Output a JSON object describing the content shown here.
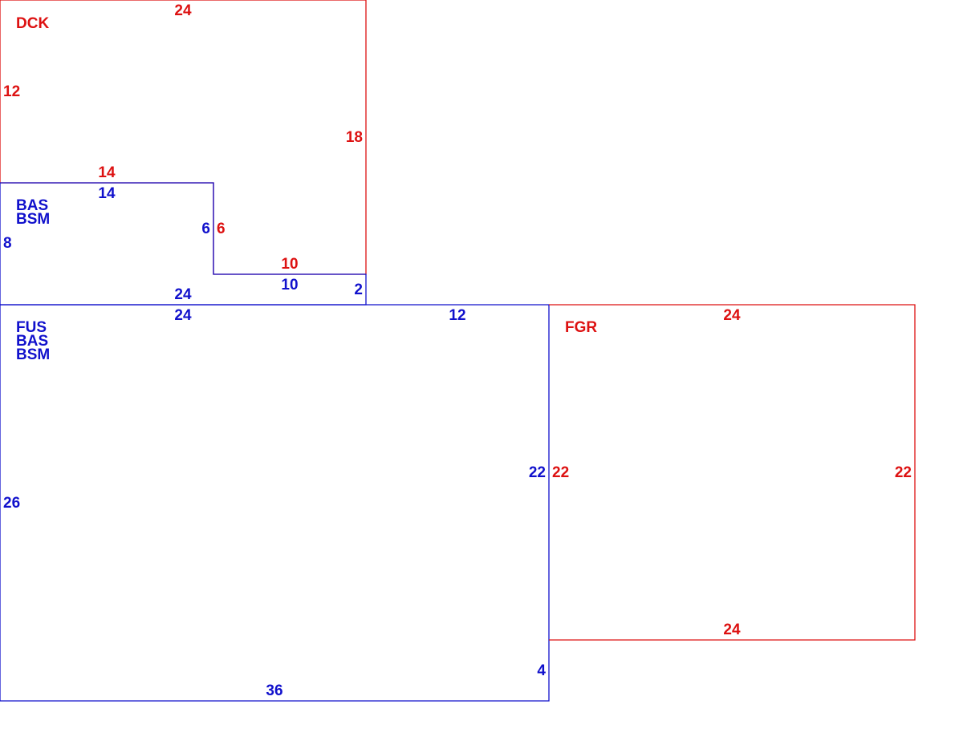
{
  "colors": {
    "red": "#dd1111",
    "blue": "#1111cc"
  },
  "areas": {
    "dck": {
      "codes": [
        "DCK"
      ],
      "top": "24",
      "left": "12",
      "right": "18",
      "step_top": "14",
      "step_side": "6",
      "step_bottom": "10"
    },
    "bas": {
      "codes": [
        "BAS",
        "BSM"
      ],
      "top": "14",
      "step": "6",
      "step_bottom": "10",
      "left": "8",
      "right": "2",
      "bottom": "24"
    },
    "fus": {
      "codes": [
        "FUS",
        "BAS",
        "BSM"
      ],
      "top_a": "24",
      "top_b": "12",
      "left": "26",
      "right": "22",
      "right_lower": "4",
      "bottom": "36"
    },
    "fgr": {
      "codes": [
        "FGR"
      ],
      "top": "24",
      "left": "22",
      "right": "22",
      "bottom": "24"
    }
  }
}
